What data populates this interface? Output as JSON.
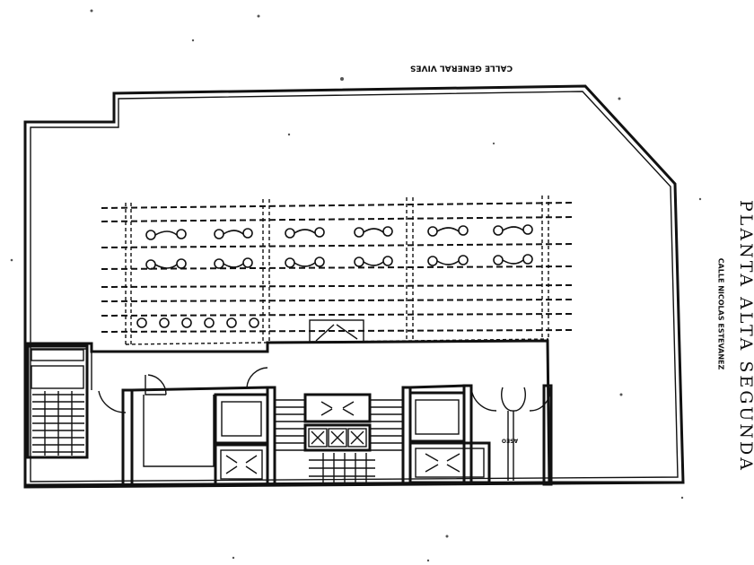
{
  "labels": {
    "street_top": "CALLE GENERAL VIVES",
    "street_right": "CALLE NICOLAS ESTEVANEZ",
    "side_title": "PLANTA ALTA SEGUNDA",
    "room_label": "ASEO"
  },
  "colors": {
    "ink": "#111111",
    "paper": "#ffffff"
  }
}
